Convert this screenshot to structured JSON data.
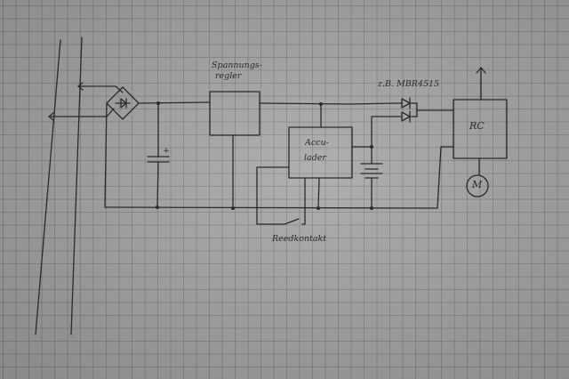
{
  "labels": {
    "spannungsregler_line1": "Spannungs-",
    "spannungsregler_line2": "regler",
    "diode_part": "z.B. MBR4515",
    "akku_line1": "Accu-",
    "akku_line2": "lader",
    "rc": "RC",
    "motor": "M",
    "reed": "Reedkontakt",
    "cap_plus": "+"
  },
  "colors": {
    "ink": "#2a2a2a",
    "paper": "#a7a7a7"
  }
}
